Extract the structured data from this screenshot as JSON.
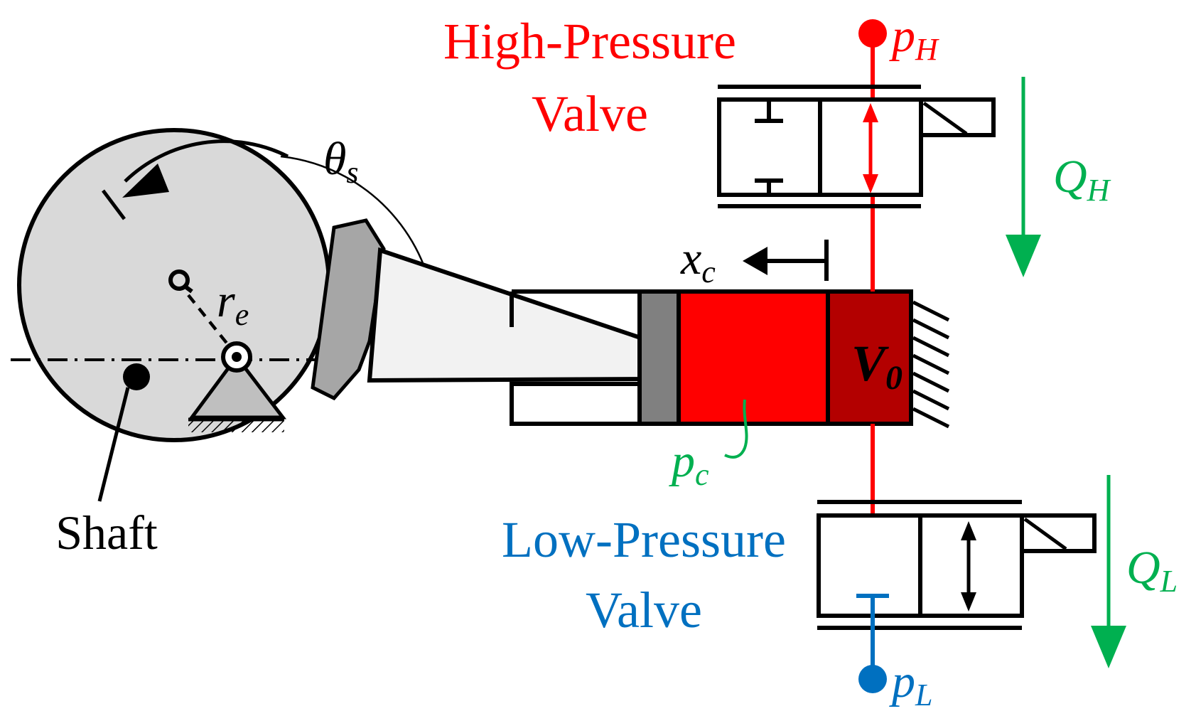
{
  "colors": {
    "red": "#ff0000",
    "dark_red": "#b30000",
    "blue": "#0070c0",
    "green": "#00b050",
    "black": "#000000",
    "light_gray": "#d9d9d9",
    "gray": "#a6a6a6",
    "dark_gray": "#808080",
    "rod_gray": "#f2f2f2"
  },
  "labels": {
    "high_pressure_line1": "High-Pressure",
    "high_pressure_line2": "Valve",
    "low_pressure_line1": "Low-Pressure",
    "low_pressure_line2": "Valve",
    "shaft": "Shaft"
  },
  "symbols": {
    "pH": {
      "main": "p",
      "sub": "H"
    },
    "pL": {
      "main": "p",
      "sub": "L"
    },
    "pc": {
      "main": "p",
      "sub": "c"
    },
    "QH": {
      "main": "Q",
      "sub": "H"
    },
    "QL": {
      "main": "Q",
      "sub": "L"
    },
    "xc": {
      "main": "x",
      "sub": "c"
    },
    "re": {
      "main": "r",
      "sub": "e"
    },
    "theta_s": {
      "main": "θ",
      "sub": "s"
    },
    "V0": {
      "main": "V",
      "sub": "0"
    }
  }
}
